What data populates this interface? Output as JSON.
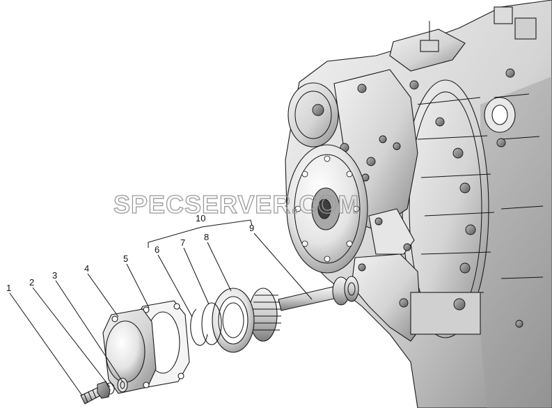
{
  "watermark": "SPECSERVER.COM",
  "callouts": {
    "c1": "1",
    "c2": "2",
    "c3": "3",
    "c4": "4",
    "c5": "5",
    "c6": "6",
    "c7": "7",
    "c8": "8",
    "c9": "9",
    "c10": "10"
  }
}
